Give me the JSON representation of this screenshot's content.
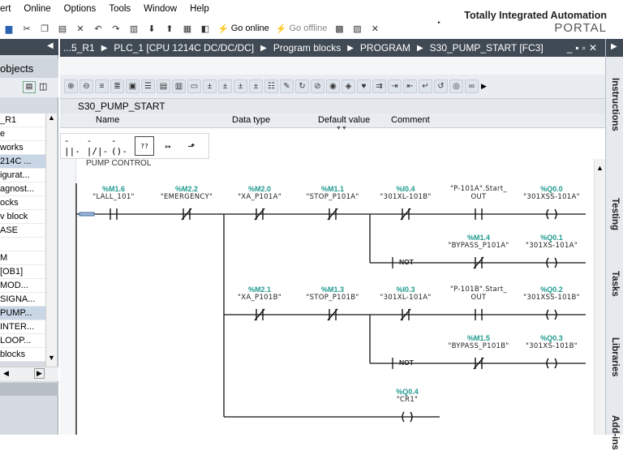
{
  "menu": [
    "ert",
    "Online",
    "Options",
    "Tools",
    "Window",
    "Help"
  ],
  "brand": {
    "line1": "Totally Integrated Automation",
    "line2": "PORTAL"
  },
  "toolbar": {
    "go_online": "Go online",
    "go_offline": "Go offline"
  },
  "left_panel": {
    "title": "objects",
    "items": [
      "_R1",
      "e",
      "works",
      "214C ...",
      "igurat...",
      "agnost...",
      "ocks",
      "v block",
      "ASE",
      "",
      "M",
      "[OB1]",
      "MOD...",
      "SIGNA...",
      "PUMP...",
      "INTER...",
      "LOOP...",
      "blocks"
    ]
  },
  "breadcrumb": [
    "...5_R1",
    "PLC_1 [CPU 1214C DC/DC/DC]",
    "Program blocks",
    "PROGRAM",
    "S30_PUMP_START [FC3]"
  ],
  "block_name": "S30_PUMP_START",
  "interface_headers": {
    "name": "Name",
    "data_type": "Data type",
    "default_value": "Default value",
    "comment": "Comment"
  },
  "network_title": "PUMP CONTROL",
  "right_tabs": [
    "Instructions",
    "Testing",
    "Tasks",
    "Libraries",
    "Add-ins"
  ],
  "ladder": {
    "row1": [
      {
        "addr": "%M1.6",
        "tag": "\"LALL_101\"",
        "type": "NO"
      },
      {
        "addr": "%M2.2",
        "tag": "\"EMERGENCY\"",
        "type": "NC"
      },
      {
        "addr": "%M2.0",
        "tag": "\"XA_P101A\"",
        "type": "NC"
      },
      {
        "addr": "%M1.1",
        "tag": "\"STOP_P101A\"",
        "type": "NC"
      },
      {
        "addr": "%I0.4",
        "tag": "\"301XL-101B\"",
        "type": "NC"
      },
      {
        "addr": "",
        "tag": "\"P-101A\".Start_",
        "tag2": "OUT",
        "type": "NO"
      },
      {
        "addr": "%Q0.0",
        "tag": "\"301XSS-101A\"",
        "type": "COIL"
      }
    ],
    "row1b": [
      {
        "addr": "%M1.4",
        "tag": "\"BYPASS_P101A\"",
        "type": "NC"
      },
      {
        "addr": "%Q0.1",
        "tag": "\"301XS-101A\"",
        "type": "COIL"
      }
    ],
    "row2": [
      {
        "addr": "%M2.1",
        "tag": "\"XA_P101B\"",
        "type": "NC"
      },
      {
        "addr": "%M1.3",
        "tag": "\"STOP_P101B\"",
        "type": "NC"
      },
      {
        "addr": "%I0.3",
        "tag": "\"301XL-101A\"",
        "type": "NC"
      },
      {
        "addr": "",
        "tag": "\"P-101B\".Start_",
        "tag2": "OUT",
        "type": "NO"
      },
      {
        "addr": "%Q0.2",
        "tag": "\"301XSS-101B\"",
        "type": "COIL"
      }
    ],
    "row2b": [
      {
        "addr": "%M1.5",
        "tag": "\"BYPASS_P101B\"",
        "type": "NC"
      },
      {
        "addr": "%Q0.3",
        "tag": "\"301XS-101B\"",
        "type": "COIL"
      }
    ],
    "row3": [
      {
        "addr": "%Q0.4",
        "tag": "\"CR1\"",
        "type": "COIL"
      }
    ],
    "not_label": "NOT"
  }
}
